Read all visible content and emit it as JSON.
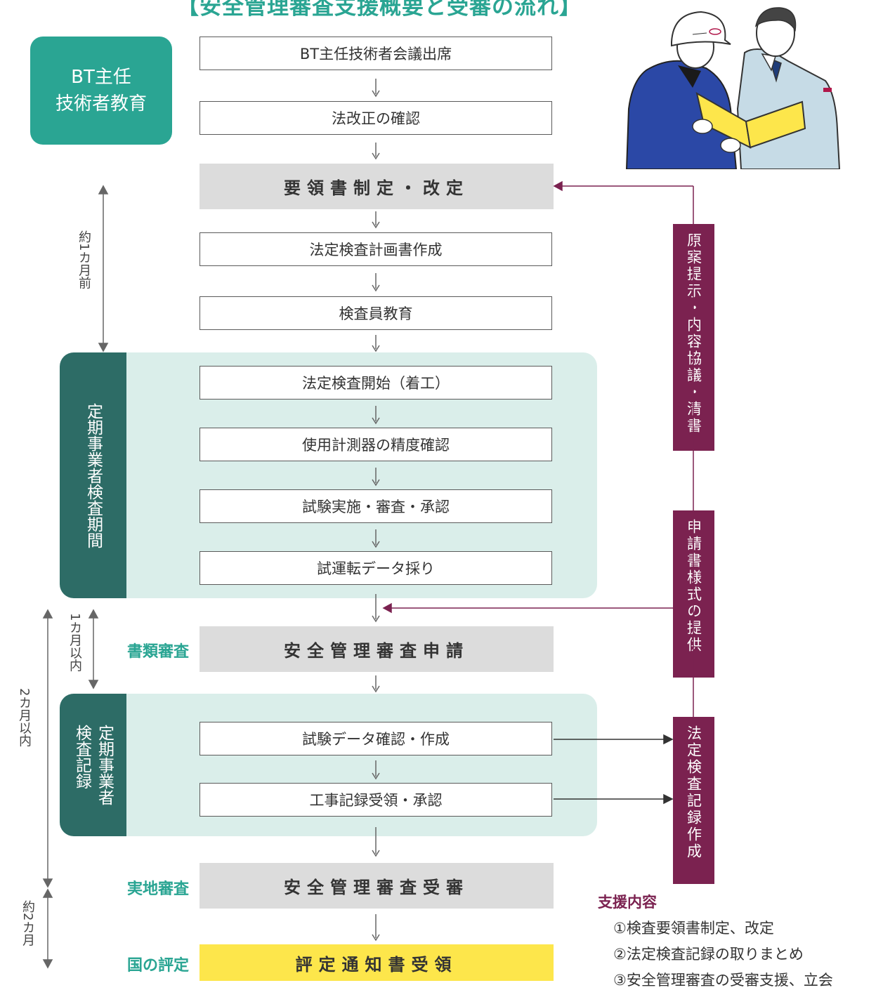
{
  "title": "【安全管理審査支援概要と受審の流れ】",
  "bt_education": {
    "line1": "BT主任",
    "line2": "技術者教育"
  },
  "steps": {
    "bt_meeting": "BT主任技術者会議出席",
    "law_check": "法改正の確認",
    "manual": "要領書制定・改定",
    "plan": "法定検査計画書作成",
    "inspector_edu": "検査員教育",
    "start": "法定検査開始（着工）",
    "instruments": "使用計測器の精度確認",
    "test_exec": "試験実施・審査・承認",
    "trial_data": "試運転データ採り",
    "application": "安全管理審査申請",
    "test_data_confirm": "試験データ確認・作成",
    "work_record": "工事記録受領・承認",
    "audit": "安全管理審査受審",
    "notice": "評定通知書受領"
  },
  "periods": {
    "inspection_period": "定期事業者検査期間",
    "record_col1": "定期事業者",
    "record_col2": "検査記録"
  },
  "side_labels": {
    "document_review": "書類審査",
    "onsite_review": "実地審査",
    "national_rating": "国の評定"
  },
  "timeline": {
    "one_month_before": "約1カ月前",
    "within_one_month": "1カ月以内",
    "within_two_months": "2カ月以内",
    "about_two_months": "約2カ月"
  },
  "support_boxes": {
    "draft": "原案提示・内容協議・清書",
    "form": "申請書様式の提供",
    "record": "法定検査記録作成"
  },
  "support": {
    "title": "支援内容",
    "items": [
      "①検査要領書制定、改定",
      "②法定検査記録の取りまとめ",
      "③安全管理審査の受審支援、立会"
    ]
  },
  "colors": {
    "teal": "#2aa593",
    "dark_teal": "#2d6c66",
    "light_teal": "#daeeea",
    "plum": "#7b2250",
    "gray": "#dcdcdc",
    "yellow": "#fde64b"
  },
  "illustration": "two-workers-reviewing-yellow-folder"
}
